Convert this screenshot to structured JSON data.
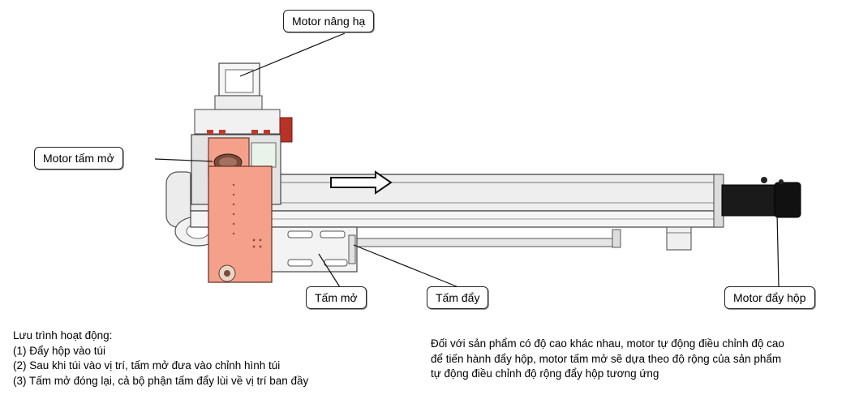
{
  "labels": {
    "motor_lift": "Motor nâng hạ",
    "motor_open_plate": "Motor tấm mở",
    "open_plate": "Tấm mở",
    "push_plate": "Tấm đẩy",
    "motor_push_box": "Motor đẩy hộp"
  },
  "process": {
    "title": "Lưu trình hoạt động:",
    "steps": [
      "(1) Đẩy hộp vào túi",
      "(2) Sau khi túi vào vị trí, tấm mở đưa vào chỉnh hình túi",
      "(3) Tấm mở đóng lại, cả bộ phận tấm đẩy lùi về vị trí ban đầy"
    ]
  },
  "note": {
    "lines": [
      "Đối với sản phẩm có độ cao khác nhau, motor tự động điều chỉnh độ cao",
      "để tiến hành đẩy hộp, motor tấm mở sẽ dựa theo độ rộng của sản phẩm",
      "tự động điều chỉnh độ rộng đẩy hộp tương ứng"
    ]
  },
  "colors": {
    "plate_fill": "#f4a08a",
    "rail": "#e9e9e9",
    "motor_black": "#151515",
    "red_part": "#c0392b"
  }
}
